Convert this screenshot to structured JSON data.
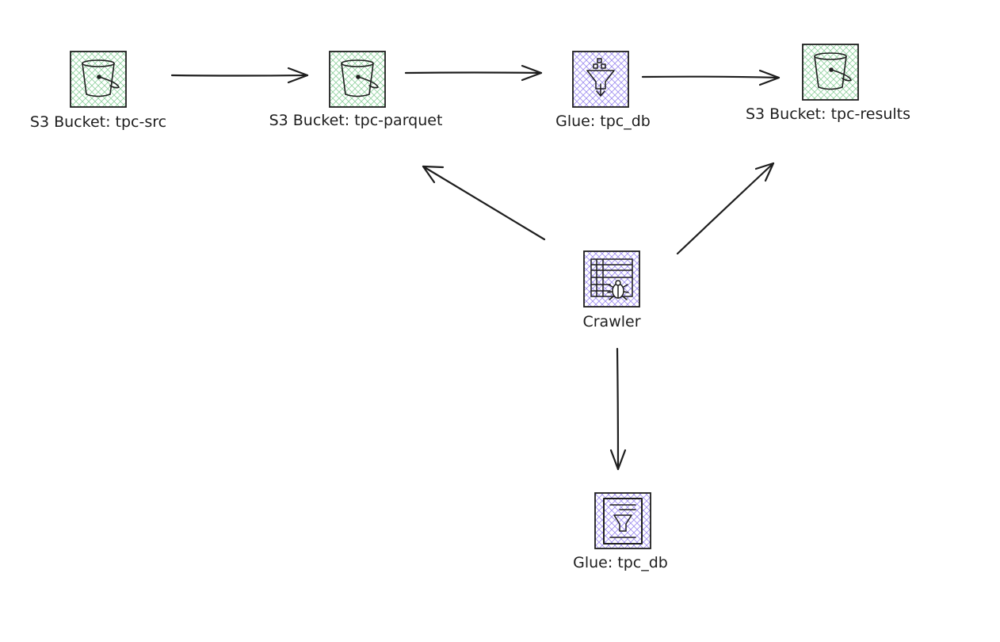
{
  "diagram": {
    "nodes": [
      {
        "id": "tpc-src",
        "kind": "s3-bucket",
        "icon": "bucket-icon",
        "label": "S3 Bucket: tpc-src",
        "fill": "#b2f2bb"
      },
      {
        "id": "tpc-parquet",
        "kind": "s3-bucket",
        "icon": "bucket-icon",
        "label": "S3 Bucket: tpc-parquet",
        "fill": "#b2f2bb"
      },
      {
        "id": "glue-top",
        "kind": "glue",
        "icon": "glue-funnel-icon",
        "label": "Glue: tpc_db",
        "fill": "#d0bfff"
      },
      {
        "id": "tpc-results",
        "kind": "s3-bucket",
        "icon": "bucket-icon",
        "label": "S3 Bucket: tpc-results",
        "fill": "#b2f2bb"
      },
      {
        "id": "crawler",
        "kind": "crawler",
        "icon": "crawler-icon",
        "label": "Crawler",
        "fill": "#d0bfff"
      },
      {
        "id": "glue-bottom",
        "kind": "glue-catalog",
        "icon": "glue-catalog-icon",
        "label": "Glue: tpc_db",
        "fill": "#d0bfff"
      }
    ],
    "edges": [
      {
        "from": "tpc-src",
        "to": "tpc-parquet"
      },
      {
        "from": "tpc-parquet",
        "to": "glue-top"
      },
      {
        "from": "glue-top",
        "to": "tpc-results"
      },
      {
        "from": "crawler",
        "to": "tpc-parquet"
      },
      {
        "from": "crawler",
        "to": "tpc-results"
      },
      {
        "from": "crawler",
        "to": "glue-bottom"
      }
    ],
    "colors": {
      "stroke": "#1e1e1e",
      "arrow": "#1e1e1e"
    }
  }
}
